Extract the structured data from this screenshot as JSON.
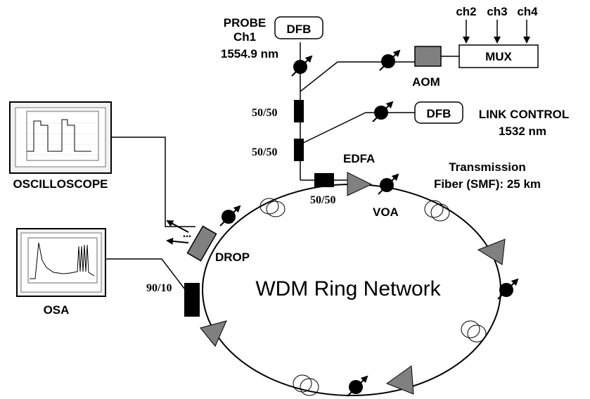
{
  "diagram": {
    "title": "WDM Ring Network",
    "probe": {
      "label": "PROBE",
      "channel": "Ch1",
      "wavelength": "1554.9 nm"
    },
    "dfb_probe": "DFB",
    "dfb_link": "DFB",
    "link_control": {
      "label": "LINK CONTROL",
      "wavelength": "1532 nm"
    },
    "mux": "MUX",
    "aom": "AOM",
    "channels": [
      "ch2",
      "ch3",
      "ch4"
    ],
    "couplers": [
      "50/50",
      "50/50",
      "50/50"
    ],
    "drop_coupler": "90/10",
    "edfa": "EDFA",
    "voa": "VOA",
    "transmission": {
      "line1": "Transmission",
      "line2": "Fiber (SMF): 25 km"
    },
    "drop": "DROP",
    "oscilloscope": "OSCILLOSCOPE",
    "osa": "OSA"
  },
  "colors": {
    "component_gray": "#808080",
    "black": "#000000",
    "screen_bg": "#f4f4f4"
  }
}
